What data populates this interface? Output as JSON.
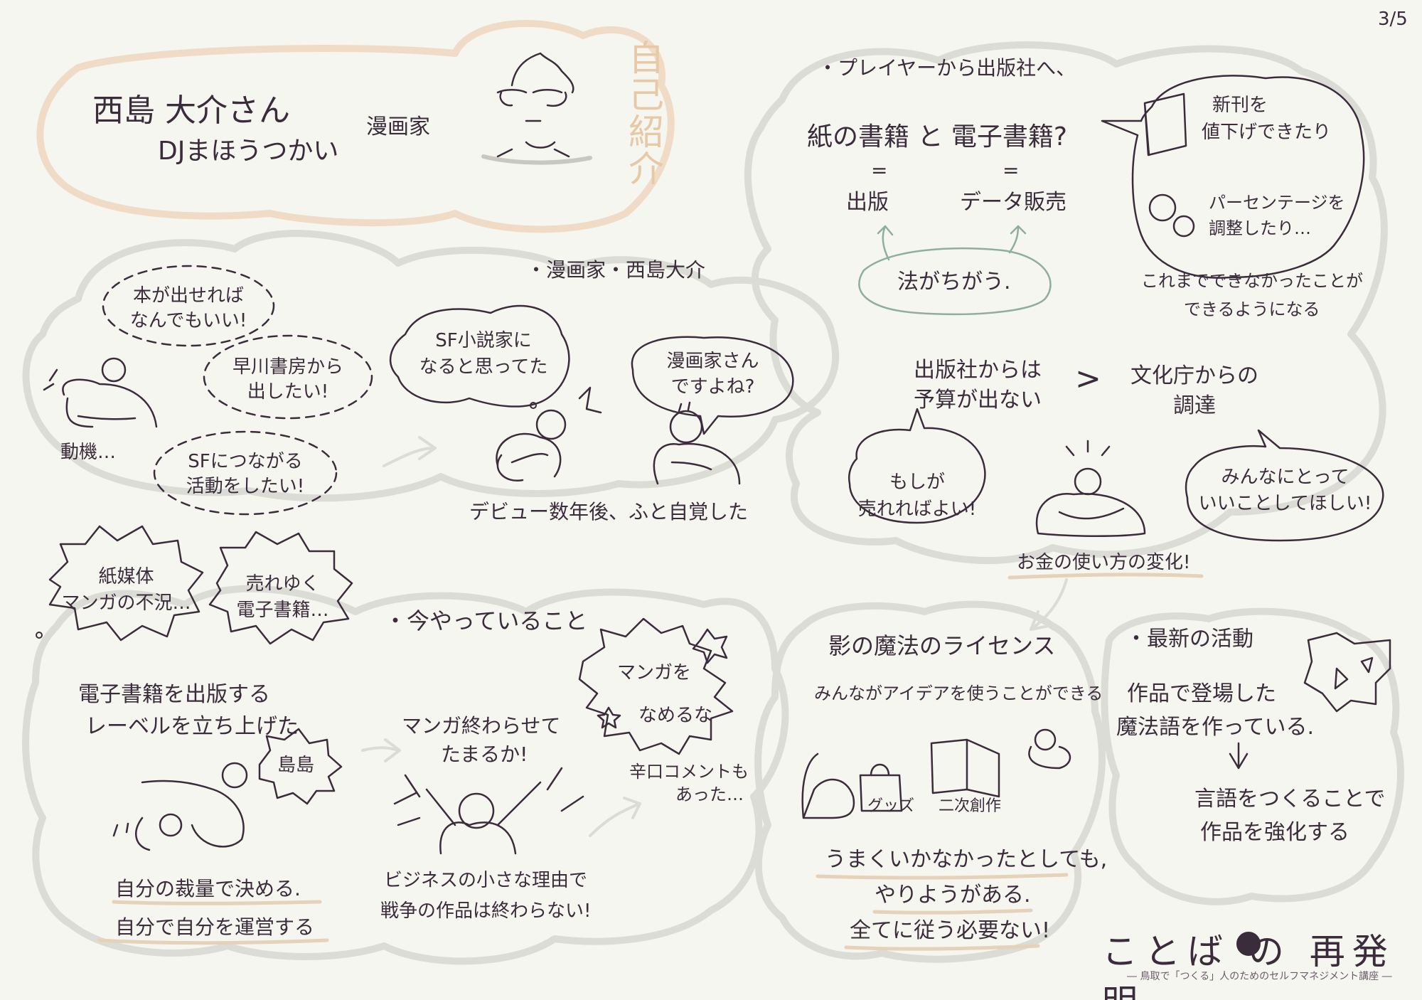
{
  "page_number": "3/5",
  "intro": {
    "name": "西島 大介さん",
    "dj_name": "DJまほうつかい",
    "profession": "漫画家",
    "vertical_title": "自己紹介"
  },
  "motive": {
    "bubble1_line1": "本が出せれば",
    "bubble1_line2": "なんでもいい!",
    "bubble2_line1": "早川書房から",
    "bubble2_line2": "出したい!",
    "bubble3_line1": "SFにつながる",
    "bubble3_line2": "活動をしたい!",
    "label": "動機…"
  },
  "debut": {
    "heading": "・漫画家・西島大介",
    "thought_line1": "SF小説家に",
    "thought_line2": "なると思ってた",
    "speech_line1": "漫画家さん",
    "speech_line2": "ですよね?",
    "caption": "デビュー数年後、ふと自覚した"
  },
  "publisher": {
    "heading": "・プレイヤーから出版社へ、",
    "question": "紙の書籍 と 電子書籍?",
    "eq1": "=",
    "eq2": "=",
    "left_term": "出版",
    "right_term": "データ販売",
    "law_note": "法がちがう.",
    "bubble_line1": "新刊を",
    "bubble_line2": "値下げできたり",
    "bubble_line3": "パーセンテージを",
    "bubble_line4": "調整したり…",
    "result_line1": "これまでできなかったことが",
    "result_line2": "できるようになる"
  },
  "money": {
    "left_line1": "出版社からは",
    "left_line2": "予算が出ない",
    "arrow": ">",
    "right_line1": "文化庁からの",
    "right_line2": "調達",
    "bubble_left_line1": "もしが",
    "bubble_left_line2": "売れればよい!",
    "bubble_right_line1": "みんなにとって",
    "bubble_right_line2": "いいことしてほしい!",
    "caption": "お金の使い方の変化!"
  },
  "now": {
    "spiky1_line1": "紙媒体",
    "spiky1_line2": "マンガの不況…",
    "spiky2_line1": "売れゆく",
    "spiky2_line2": "電子書籍…",
    "heading": "・今やっていること",
    "label_line1": "電子書籍を出版する",
    "label_line2": "レーベルを立ち上げた",
    "tag": "島島",
    "conclusion_line1": "自分の裁量で決める.",
    "conclusion_line2": "自分で自分を運営する"
  },
  "manga": {
    "line1": "マンガ終わらせて",
    "line2": "たまるか!",
    "spiky_line1": "マンガを",
    "spiky_line2": "なめるな",
    "comment_line1": "辛口コメントも",
    "comment_line2": "あった…",
    "bottom_line1": "ビジネスの小さな理由で",
    "bottom_line2": "戦争の作品は終わらない!"
  },
  "license": {
    "heading": "影の魔法のライセンス",
    "sub": "みんながアイデアを使うことができる",
    "goods": "グッズ",
    "derivative": "二次創作",
    "conclusion_line1": "うまくいかなかったとしても,",
    "conclusion_line2": "やりようがある.",
    "conclusion_line3": "全てに従う必要ない!"
  },
  "latest": {
    "heading": "・最新の活動",
    "line1": "作品で登場した",
    "line2": "魔法語を作っている.",
    "arrow": "↓",
    "result_line1": "言語をつくることで",
    "result_line2": "作品を強化する"
  },
  "brand": {
    "name": "ことば の 再発明",
    "subtitle": "― 鳥取で「つくる」人のためのセルフマネジメント講座 ―"
  },
  "colors": {
    "ink": "#3b2c3b",
    "cloud": "#dcdcd6",
    "intro_cloud": "#f0dcc6",
    "highlight": "#e6d2b8",
    "law_oval": "#8fae9b"
  }
}
